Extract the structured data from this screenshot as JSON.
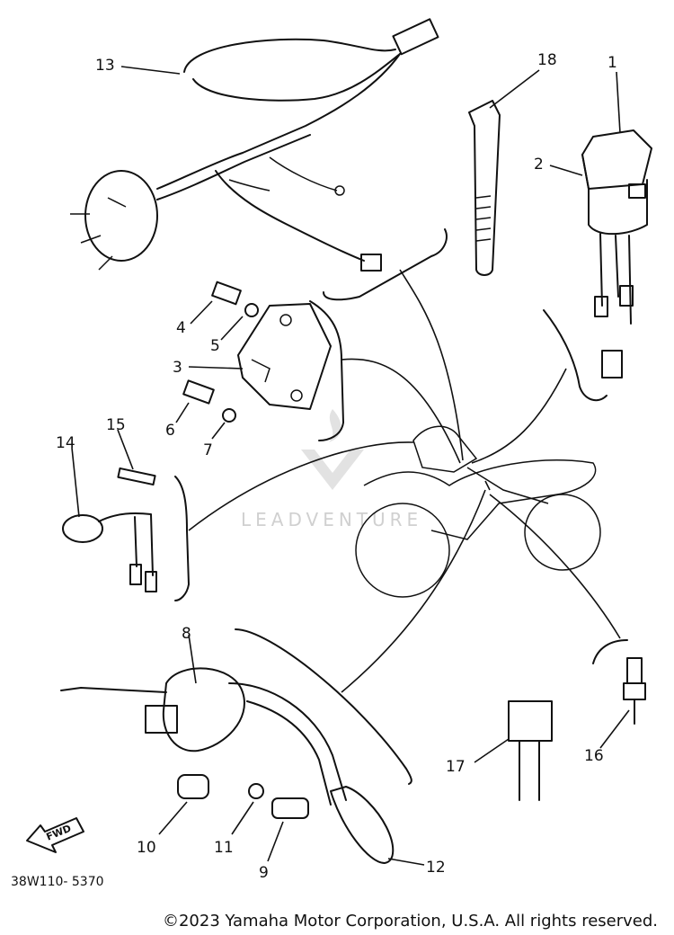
{
  "diagram": {
    "part_labels": [
      "1",
      "2",
      "3",
      "4",
      "5",
      "6",
      "7",
      "8",
      "9",
      "10",
      "11",
      "12",
      "13",
      "14",
      "15",
      "16",
      "17",
      "18"
    ],
    "drawing_code": "38W110- 5370",
    "fwd_label": "FWD",
    "watermark": "LEADVENTURE"
  },
  "footer": {
    "copyright": "©2023 Yamaha Motor Corporation, U.S.A. All rights reserved."
  }
}
